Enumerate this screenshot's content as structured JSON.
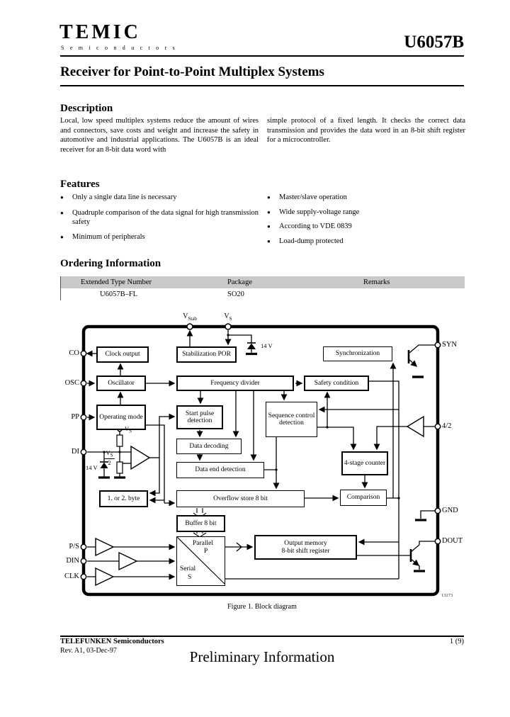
{
  "header": {
    "brand": "TEMIC",
    "brand_sub": "S e m i c o n d u c t o r s",
    "part_number": "U6057B",
    "title": "Receiver for Point-to-Point Multiplex Systems"
  },
  "description": {
    "heading": "Description",
    "col1": "Local, low speed multiplex systems reduce the amount of wires and connectors, save costs and weight and increase the safety in automotive and industrial applications. The U6057B is an ideal receiver for an 8-bit data word with",
    "col2": "simple protocol of a fixed length. It checks the correct data transmission and provides the data word in an 8-bit shift register for a microcontroller."
  },
  "features": {
    "heading": "Features",
    "left": [
      "Only a single data line is necessary",
      "Quadruple comparison of the data signal for high transmission safety",
      "Minimum of peripherals"
    ],
    "right": [
      "Master/slave operation",
      "Wide supply-voltage range",
      "According to VDE 0839",
      "Load-dump protected"
    ]
  },
  "ordering": {
    "heading": "Ordering Information",
    "columns": [
      "Extended Type Number",
      "Package",
      "Remarks"
    ],
    "rows": [
      [
        "U6057B–FL",
        "SO20",
        ""
      ]
    ]
  },
  "diagram": {
    "caption": "Figure 1.  Block diagram",
    "drawing_number": "13273",
    "boxes": {
      "clock_output": "Clock output",
      "stab_por": "Stabilization POR",
      "sync": "Synchronization",
      "oscillator": "Oscillator",
      "freq_div": "Frequency divider",
      "safety": "Safety condition",
      "op_mode": "Operating mode",
      "start_pulse": "Start pulse detection",
      "seq_ctrl": "Sequence control detection",
      "data_dec": "Data decoding",
      "data_end": "Data end detection",
      "counter4": "4-stage counter",
      "byte12": "1. or 2. byte",
      "overflow": "Overflow store 8 bit",
      "comparison": "Comparison",
      "buffer8": "Buffer 8 bit",
      "out_mem_l1": "Output memory",
      "out_mem_l2": "8-bit shift register",
      "parallel": "Parallel",
      "parallel_letter": "P",
      "serial": "Serial",
      "serial_letter": "S"
    },
    "pins": {
      "left": [
        "CO",
        "OSC",
        "PP",
        "DI",
        "P/S",
        "DIN",
        "CLK"
      ],
      "right": [
        "SYN",
        "4/2",
        "GND",
        "DOUT"
      ],
      "vstab_main": "V",
      "vstab_sub": "Stab",
      "vs_main": "V",
      "vs_sub": "S"
    },
    "labels": {
      "zener_top": "14 V",
      "zener_di": "14 V",
      "di_vs_main": "V",
      "di_vs_sub": "S",
      "divider_num_main": "V",
      "divider_num_sub": "S",
      "divider_den": "2"
    }
  },
  "footer": {
    "company": "TELEFUNKEN Semiconductors",
    "rev": "Rev. A1, 03-Dec-97",
    "preliminary": "Preliminary Information",
    "page": "1 (9)"
  }
}
